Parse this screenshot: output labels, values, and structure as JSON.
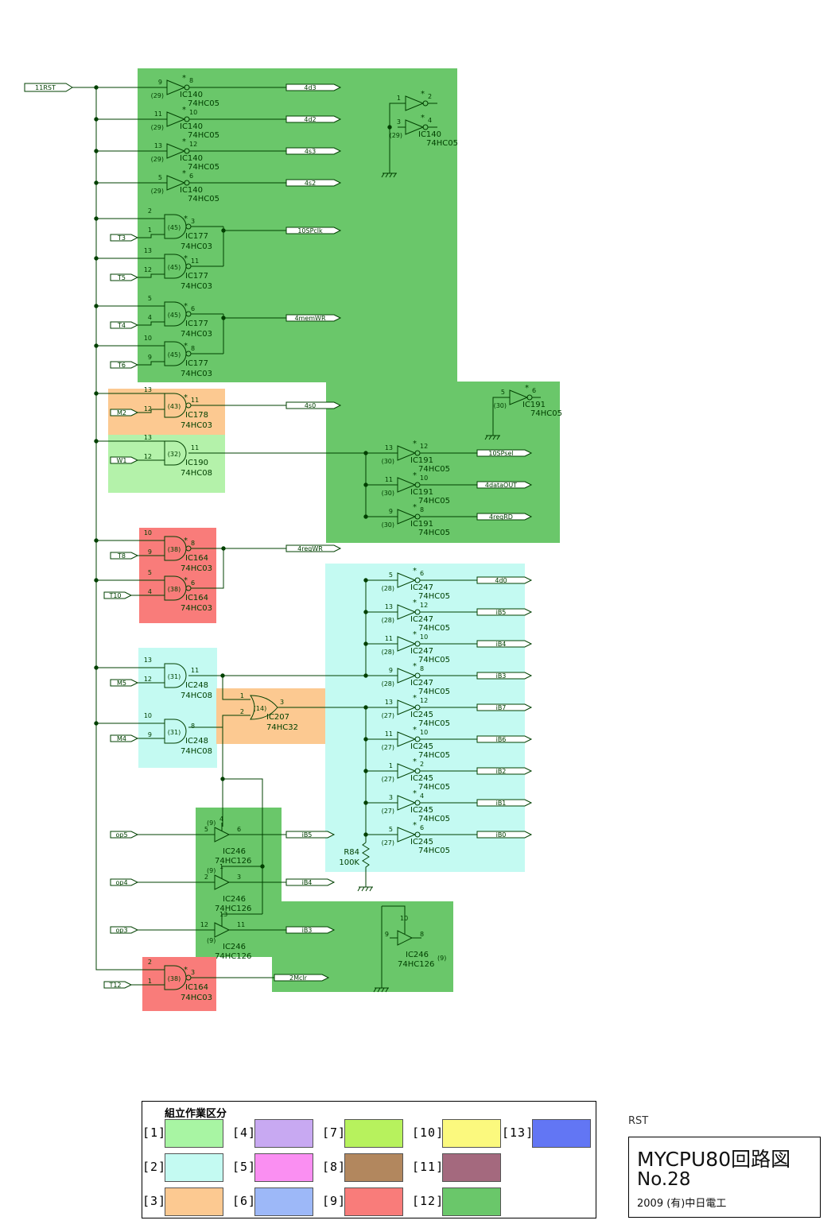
{
  "diagram": {
    "input_signal": "11RST",
    "areas": [
      {
        "id": "a12a",
        "group": 12
      },
      {
        "id": "a12b",
        "group": 12
      },
      {
        "id": "a3a",
        "group": 3
      },
      {
        "id": "a1a",
        "group": 1
      },
      {
        "id": "a9a",
        "group": 9
      },
      {
        "id": "a2a",
        "group": 2
      },
      {
        "id": "a2b",
        "group": 2
      },
      {
        "id": "a3b",
        "group": 3
      },
      {
        "id": "a12c",
        "group": 12
      },
      {
        "id": "a12d",
        "group": 12
      },
      {
        "id": "a9b",
        "group": 9
      }
    ],
    "inverters": [
      {
        "id": "g_140_9",
        "in": "9",
        "out": "8",
        "ic": "IC140",
        "part": "74HC05",
        "pow": "(29)",
        "net": "4d3"
      },
      {
        "id": "g_140_11",
        "in": "11",
        "out": "10",
        "ic": "IC140",
        "part": "74HC05",
        "pow": "(29)",
        "net": "4d2"
      },
      {
        "id": "g_140_13",
        "in": "13",
        "out": "12",
        "ic": "IC140",
        "part": "74HC05",
        "pow": "(29)",
        "net": "4s3"
      },
      {
        "id": "g_140_5",
        "in": "5",
        "out": "6",
        "ic": "IC140",
        "part": "74HC05",
        "pow": "(29)",
        "net": "4s2"
      },
      {
        "id": "g_140_1",
        "in": "1",
        "out": "2",
        "ic": "",
        "part": "",
        "pow": "",
        "net": ""
      },
      {
        "id": "g_140_3",
        "in": "3",
        "out": "4",
        "ic": "IC140",
        "part": "74HC05",
        "pow": "(29)",
        "net": ""
      },
      {
        "id": "g_191_5",
        "in": "5",
        "out": "6",
        "ic": "IC191",
        "part": "74HC05",
        "pow": "(30)",
        "net": ""
      },
      {
        "id": "g_191_13",
        "in": "13",
        "out": "12",
        "ic": "IC191",
        "part": "74HC05",
        "pow": "(30)",
        "net": "10SPsel"
      },
      {
        "id": "g_191_11",
        "in": "11",
        "out": "10",
        "ic": "IC191",
        "part": "74HC05",
        "pow": "(30)",
        "net": "4dataOUT"
      },
      {
        "id": "g_191_9",
        "in": "9",
        "out": "8",
        "ic": "IC191",
        "part": "74HC05",
        "pow": "(30)",
        "net": "4regRD"
      },
      {
        "id": "g_247_5",
        "in": "5",
        "out": "6",
        "ic": "IC247",
        "part": "74HC05",
        "pow": "(28)",
        "net": "4d0"
      },
      {
        "id": "g_247_13",
        "in": "13",
        "out": "12",
        "ic": "IC247",
        "part": "74HC05",
        "pow": "(28)",
        "net": "iB5"
      },
      {
        "id": "g_247_11",
        "in": "11",
        "out": "10",
        "ic": "IC247",
        "part": "74HC05",
        "pow": "(28)",
        "net": "iB4"
      },
      {
        "id": "g_247_9",
        "in": "9",
        "out": "8",
        "ic": "IC247",
        "part": "74HC05",
        "pow": "(28)",
        "net": "iB3"
      },
      {
        "id": "g_245_13",
        "in": "13",
        "out": "12",
        "ic": "IC245",
        "part": "74HC05",
        "pow": "(27)",
        "net": "iB7"
      },
      {
        "id": "g_245_11",
        "in": "11",
        "out": "10",
        "ic": "IC245",
        "part": "74HC05",
        "pow": "(27)",
        "net": "iB6"
      },
      {
        "id": "g_245_1",
        "in": "1",
        "out": "2",
        "ic": "IC245",
        "part": "74HC05",
        "pow": "(27)",
        "net": "iB2"
      },
      {
        "id": "g_245_3",
        "in": "3",
        "out": "4",
        "ic": "IC245",
        "part": "74HC05",
        "pow": "(27)",
        "net": "iB1"
      },
      {
        "id": "g_245_5",
        "in": "5",
        "out": "6",
        "ic": "IC245",
        "part": "74HC05",
        "pow": "(27)",
        "net": "iB0"
      }
    ],
    "nands": [
      {
        "id": "n_177_a",
        "in1": "2",
        "in2": "1",
        "out": "3",
        "ic": "IC177",
        "part": "74HC03",
        "pow": "(45)",
        "sig": "T3"
      },
      {
        "id": "n_177_b",
        "in1": "13",
        "in2": "12",
        "out": "11",
        "ic": "IC177",
        "part": "74HC03",
        "pow": "(45)",
        "sig": "T5"
      },
      {
        "id": "n_177_c",
        "in1": "5",
        "in2": "4",
        "out": "6",
        "ic": "IC177",
        "part": "74HC03",
        "pow": "(45)",
        "sig": "T4"
      },
      {
        "id": "n_177_d",
        "in1": "10",
        "in2": "9",
        "out": "8",
        "ic": "IC177",
        "part": "74HC03",
        "pow": "(45)",
        "sig": "T6"
      },
      {
        "id": "n_178",
        "in1": "13",
        "in2": "12",
        "out": "11",
        "ic": "IC178",
        "part": "74HC03",
        "pow": "(43)",
        "sig": "M2"
      },
      {
        "id": "n_164_a",
        "in1": "10",
        "in2": "9",
        "out": "8",
        "ic": "IC164",
        "part": "74HC03",
        "pow": "(38)",
        "sig": "T8"
      },
      {
        "id": "n_164_b",
        "in1": "5",
        "in2": "4",
        "out": "6",
        "ic": "IC164",
        "part": "74HC03",
        "pow": "(38)",
        "sig": "T10"
      },
      {
        "id": "n_164_c",
        "in1": "2",
        "in2": "1",
        "out": "3",
        "ic": "IC164",
        "part": "74HC03",
        "pow": "(38)",
        "sig": "T12"
      }
    ],
    "ands": [
      {
        "id": "and_190",
        "in1": "13",
        "in2": "12",
        "out": "11",
        "ic": "IC190",
        "part": "74HC08",
        "pow": "(32)",
        "sig": "W1"
      },
      {
        "id": "and_248_a",
        "in1": "13",
        "in2": "12",
        "out": "11",
        "ic": "IC248",
        "part": "74HC08",
        "pow": "(31)",
        "sig": "M5"
      },
      {
        "id": "and_248_b",
        "in1": "10",
        "in2": "9",
        "out": "8",
        "ic": "IC248",
        "part": "74HC08",
        "pow": "(31)",
        "sig": "M4"
      }
    ],
    "ors": [
      {
        "id": "or_207",
        "in1": "1",
        "in2": "2",
        "out": "3",
        "ic": "IC207",
        "part": "74HC32",
        "pow": "(14)"
      }
    ],
    "buffers": [
      {
        "id": "b_246_5",
        "in": "5",
        "en": "4",
        "out": "6",
        "ic": "IC246",
        "part": "74HC126",
        "pow": "(9)",
        "sig": "op5",
        "net": "iB5"
      },
      {
        "id": "b_246_2",
        "in": "2",
        "en": "1",
        "out": "3",
        "ic": "IC246",
        "part": "74HC126",
        "pow": "(9)",
        "sig": "op4",
        "net": "iB4"
      },
      {
        "id": "b_246_12",
        "in": "12",
        "en": "13",
        "out": "11",
        "ic": "IC246",
        "part": "74HC126",
        "pow": "(9)",
        "sig": "op3",
        "net": "iB3"
      },
      {
        "id": "b_246_9",
        "in": "9",
        "en": "10",
        "out": "8",
        "ic": "IC246",
        "part": "74HC126",
        "pow": "(9)",
        "sig": "",
        "net": ""
      }
    ],
    "nets": {
      "n10SPclk": "10SPclk",
      "n4memWR": "4memWR",
      "n4s0": "4s0",
      "n4regWR": "4regWR",
      "n2Mclr": "2Mclr"
    },
    "resistor": {
      "ref": "R84",
      "value": "100K"
    },
    "asterisk": "*"
  },
  "legend": {
    "title": "組立作業区分",
    "items": [
      {
        "label": "[1]",
        "color": "#a8f5a3"
      },
      {
        "label": "[2]",
        "color": "#c4faf2"
      },
      {
        "label": "[3]",
        "color": "#fcc991"
      },
      {
        "label": "[4]",
        "color": "#c8a9f2"
      },
      {
        "label": "[5]",
        "color": "#fa8ff2"
      },
      {
        "label": "[6]",
        "color": "#9db8f8"
      },
      {
        "label": "[7]",
        "color": "#b7f25d"
      },
      {
        "label": "[8]",
        "color": "#b2875e"
      },
      {
        "label": "[9]",
        "color": "#f97c7a"
      },
      {
        "label": "[10]",
        "color": "#fbf97e"
      },
      {
        "label": "[11]",
        "color": "#a4697e"
      },
      {
        "label": "[12]",
        "color": "#6ac76a"
      },
      {
        "label": "[13]",
        "color": "#6276f4"
      }
    ]
  },
  "colors": {
    "g1": "#b4f2aa",
    "g2": "#c4faf2",
    "g3": "#fcc991",
    "g9": "#f97c7a",
    "g12": "#6ac76a",
    "wire": "#004000"
  },
  "sheet": {
    "signal_name": "RST",
    "title": "MYCPU80回路図",
    "number": "No.28",
    "company": "2009 (有)中日電工"
  }
}
